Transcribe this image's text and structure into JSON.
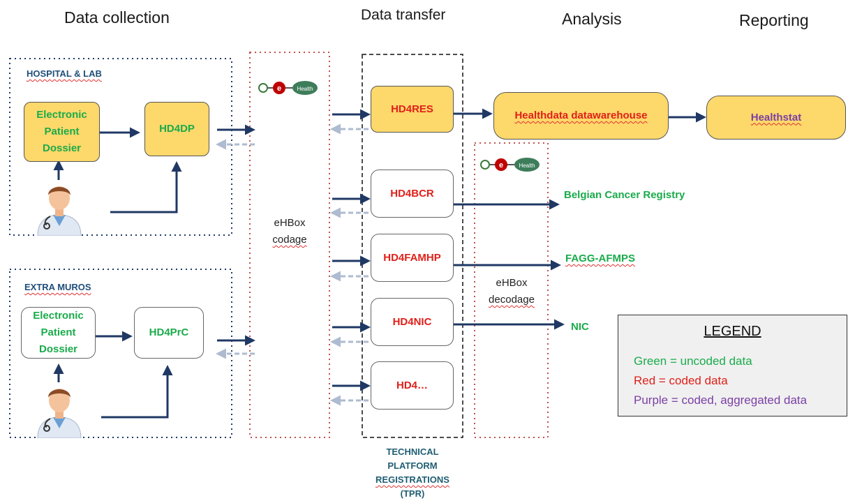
{
  "headers": {
    "collection": "Data collection",
    "transfer": "Data transfer",
    "analysis": "Analysis",
    "reporting": "Reporting"
  },
  "zones": {
    "hospital": "HOSPITAL & LAB",
    "extra": "EXTRA MUROS"
  },
  "boxes": {
    "epd1": "Electronic Patient Dossier",
    "hd4dp": "HD4DP",
    "epd2": "Electronic Patient Dossier",
    "hd4prc": "HD4PrC",
    "hd4res": "HD4RES",
    "hd4bcr": "HD4BCR",
    "hd4famhp": "HD4FAMHP",
    "hd4nic": "HD4NIC",
    "hd4dots": "HD4…",
    "warehouse": "Healthdata datawarehouse",
    "healthstat": "Healthstat"
  },
  "middle": {
    "ehbox_codage_1": "eHBox",
    "ehbox_codage_2": "codage",
    "ehbox_decodage_1": "eHBox",
    "ehbox_decodage_2": "decodage"
  },
  "ehealth_logo": "Health",
  "destinations": {
    "bcr": "Belgian Cancer Registry",
    "fagg": "FAGG-AFMPS",
    "nic": "NIC"
  },
  "tpr": {
    "line1": "TECHNICAL",
    "line2": "PLATFORM",
    "line3": "REGISTRATIONS",
    "line4": "(TPR)"
  },
  "legend": {
    "title": "LEGEND",
    "green": "Green = uncoded data",
    "red": "Red = coded data",
    "purple": "Purple = coded, aggregated data"
  },
  "colors": {
    "uncoded": "#1aab4b",
    "coded": "#e0201a",
    "aggregated": "#7b3fa5",
    "box_fill": "#fdd86a",
    "arrow": "#1f3864"
  }
}
